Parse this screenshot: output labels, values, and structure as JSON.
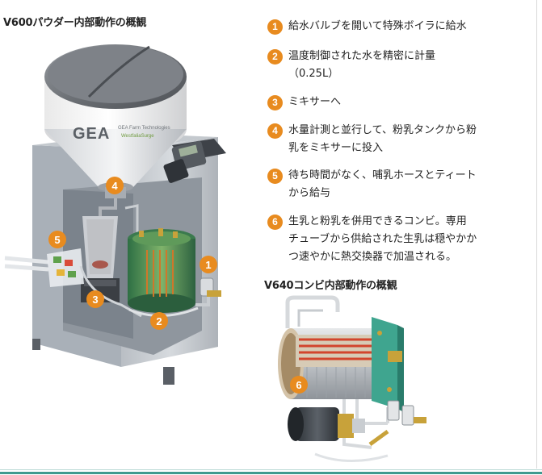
{
  "titles": {
    "v600": "V600パウダー内部動作の概観",
    "v640": "V640コンビ内部動作の概観"
  },
  "steps": [
    {
      "num": "1",
      "text": "給水バルブを開いて特殊ボイラに給水"
    },
    {
      "num": "2",
      "text": "温度制御された水を精密に計量\n（0.25L）"
    },
    {
      "num": "3",
      "text": "ミキサーへ"
    },
    {
      "num": "4",
      "text": "水量計測と並行して、粉乳タンクから粉\n乳をミキサーに投入"
    },
    {
      "num": "5",
      "text": "待ち時間がなく、哺乳ホースとティート\nから給与"
    },
    {
      "num": "6",
      "text": "生乳と粉乳を併用できるコンビ。専用\nチューブから供給された生乳は穏やかか\nつ速やかに熱交換器で加温される。"
    }
  ],
  "machine": {
    "brand": "GEA",
    "brand_sub1": "GEA Farm Technologies",
    "brand_sub2": "WestfaliaSurge",
    "badges": [
      "1",
      "2",
      "3",
      "4",
      "5"
    ]
  },
  "combi": {
    "badge": "6"
  },
  "colors": {
    "accent": "#e88b1f",
    "footer": "#3f9a8f",
    "steel": "#c9ccd0",
    "tank_green": "#3e7d52"
  }
}
